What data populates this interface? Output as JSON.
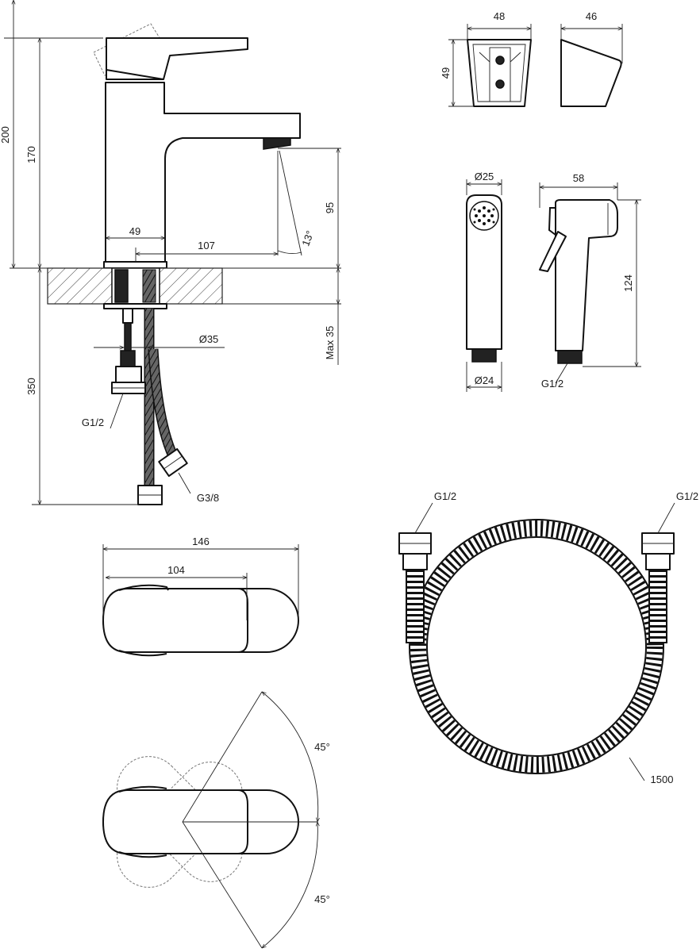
{
  "faucet_side": {
    "overall_height": "200",
    "height_to_lever": "170",
    "spout_height": "95",
    "body_width": "49",
    "spout_reach": "107",
    "spout_angle": "13°",
    "max_counter": "Max 35",
    "hole_diameter": "Ø35",
    "hose_length": "350",
    "thread_g12": "G1/2",
    "thread_g38": "G3/8"
  },
  "holder": {
    "width": "48",
    "height": "49",
    "depth": "46"
  },
  "hand_shower": {
    "head_diameter": "Ø25",
    "base_diameter": "Ø24",
    "length": "124",
    "depth": "58",
    "thread": "G1/2"
  },
  "top_view": {
    "total_length": "146",
    "lever_length": "104"
  },
  "rotation": {
    "angle_up": "45°",
    "angle_down": "45°"
  },
  "hose": {
    "thread_left": "G1/2",
    "thread_right": "G1/2",
    "length": "1500"
  }
}
